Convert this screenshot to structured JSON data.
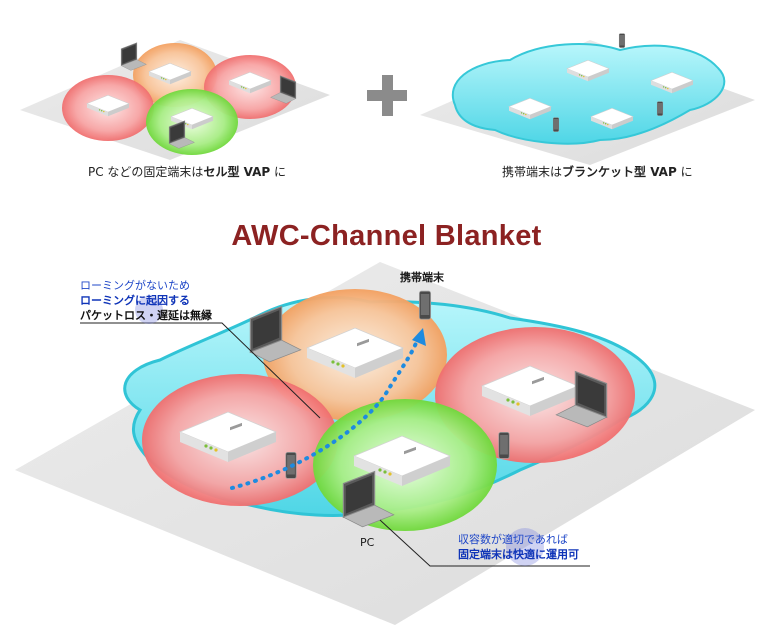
{
  "top_left": {
    "caption_prefix": "PC などの固定端末は",
    "caption_emph": "セル型 VAP",
    "caption_suffix": " に"
  },
  "plus_symbol": "+",
  "top_right": {
    "caption_prefix": "携帯端末は",
    "caption_emph": "ブランケット型 VAP",
    "caption_suffix": " に"
  },
  "title": "AWC-Channel Blanket",
  "labels": {
    "mobile": "携帯端末",
    "pc": "PC"
  },
  "note_left": {
    "line1": "ローミングがないため",
    "line2": "ローミングに起因する",
    "line3": "パケットロス・遅延は無縁"
  },
  "note_right": {
    "line1": "収容数が適切であれば",
    "line2": "固定端末は快適に運用可"
  },
  "colors": {
    "title": "#8c2222",
    "cell_red": "#f47a7a",
    "cell_orange": "#f6b07a",
    "cell_green": "#7ede4e",
    "blanket": "#45d8e6",
    "arrow": "#1e8be0"
  }
}
